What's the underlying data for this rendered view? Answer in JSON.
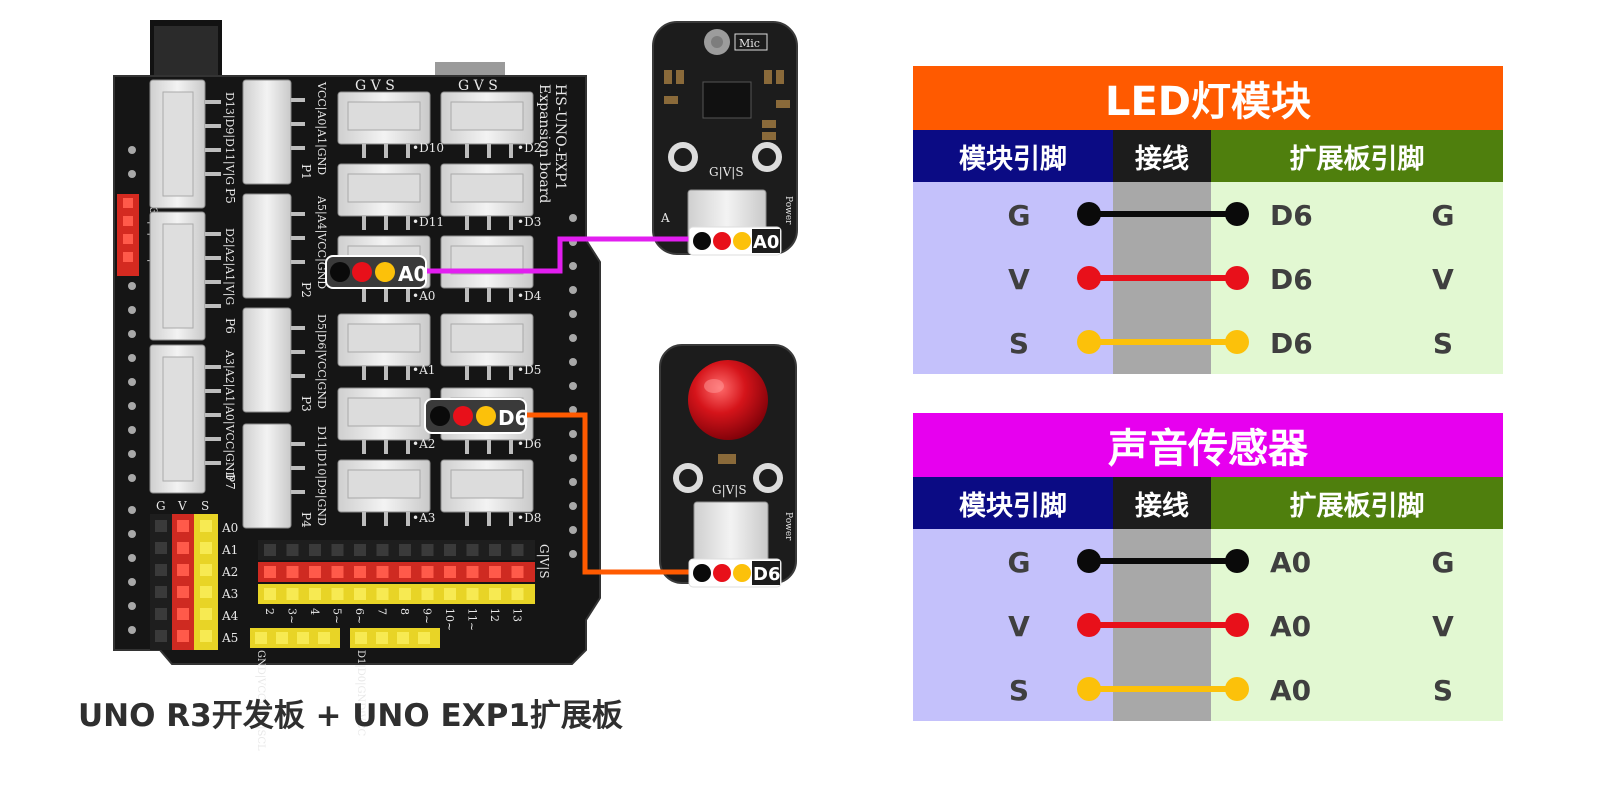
{
  "caption": "UNO R3开发板 + UNO EXP1扩展板",
  "board": {
    "title_line1": "HS-UNO-EXP1",
    "title_line2": "Expansion board",
    "top_header_gvs_1": "G V S",
    "top_header_gvs_2": "G V S",
    "left_power_label": "3.3V|G|3.3V|G",
    "ports": {
      "p5": "D13|D9|D11|V|G",
      "p5_name": "P5",
      "p1": "VCC|A0|A1|GND",
      "p1_name": "P1",
      "p6": "D2|A2|A1|V|G",
      "p6_name": "P6",
      "p2": "A5|A4|VCC|GND",
      "p2_name": "P2",
      "p7": "A3|A2|A1|A0|VCC|GND",
      "p7_name": "P7",
      "p3": "D5|D6|VCC|GND",
      "p3_name": "P3",
      "p4": "D11|D10|D9|GND",
      "p4_name": "P4"
    },
    "connector_labels": [
      "D10",
      "D2",
      "D11",
      "D3",
      "A0",
      "D4",
      "A1",
      "D5",
      "A2",
      "D6",
      "A3",
      "D8"
    ],
    "analog_header_title": [
      "G",
      "V",
      "S"
    ],
    "analog_pins": [
      "A0",
      "A1",
      "A2",
      "A3",
      "A4",
      "A5"
    ],
    "digital_header_gvs": "G|V|S",
    "digital_pins": [
      "2",
      "3~",
      "4",
      "5~",
      "6~",
      "7",
      "8",
      "9~",
      "10~",
      "11~",
      "12",
      "13"
    ],
    "bottom_left_label": "GND|VCC|SDA|SCL",
    "bottom_right_label": "D1|D0|GND|VCC"
  },
  "wire_tags": {
    "board_a0": "A0",
    "board_d6": "D6",
    "mic_a0": "A0",
    "led_d6": "D6"
  },
  "mic_module": {
    "chip_label": "Mic",
    "pin_label": "G|V|S",
    "power_label": "Power",
    "mark": "A"
  },
  "led_module": {
    "pin_label": "G|V|S",
    "power_label": "Power"
  },
  "led_table": {
    "title": "LED灯模块",
    "headers": [
      "模块引脚",
      "接线",
      "扩展板引脚"
    ],
    "rows": [
      {
        "module_pin": "G",
        "board_port": "D6",
        "board_pin": "G",
        "color": "#0a0a0a"
      },
      {
        "module_pin": "V",
        "board_port": "D6",
        "board_pin": "V",
        "color": "#e8101a"
      },
      {
        "module_pin": "S",
        "board_port": "D6",
        "board_pin": "S",
        "color": "#fcc10a"
      }
    ]
  },
  "sound_table": {
    "title": "声音传感器",
    "headers": [
      "模块引脚",
      "接线",
      "扩展板引脚"
    ],
    "rows": [
      {
        "module_pin": "G",
        "board_port": "A0",
        "board_pin": "G",
        "color": "#0a0a0a"
      },
      {
        "module_pin": "V",
        "board_port": "A0",
        "board_pin": "V",
        "color": "#e8101a"
      },
      {
        "module_pin": "S",
        "board_port": "A0",
        "board_pin": "S",
        "color": "#fcc10a"
      }
    ]
  },
  "colors": {
    "led_title": "#ff5a00",
    "sound_title": "#e700ef",
    "wire_mic": "#e21ef0",
    "wire_led": "#ff5a00"
  }
}
